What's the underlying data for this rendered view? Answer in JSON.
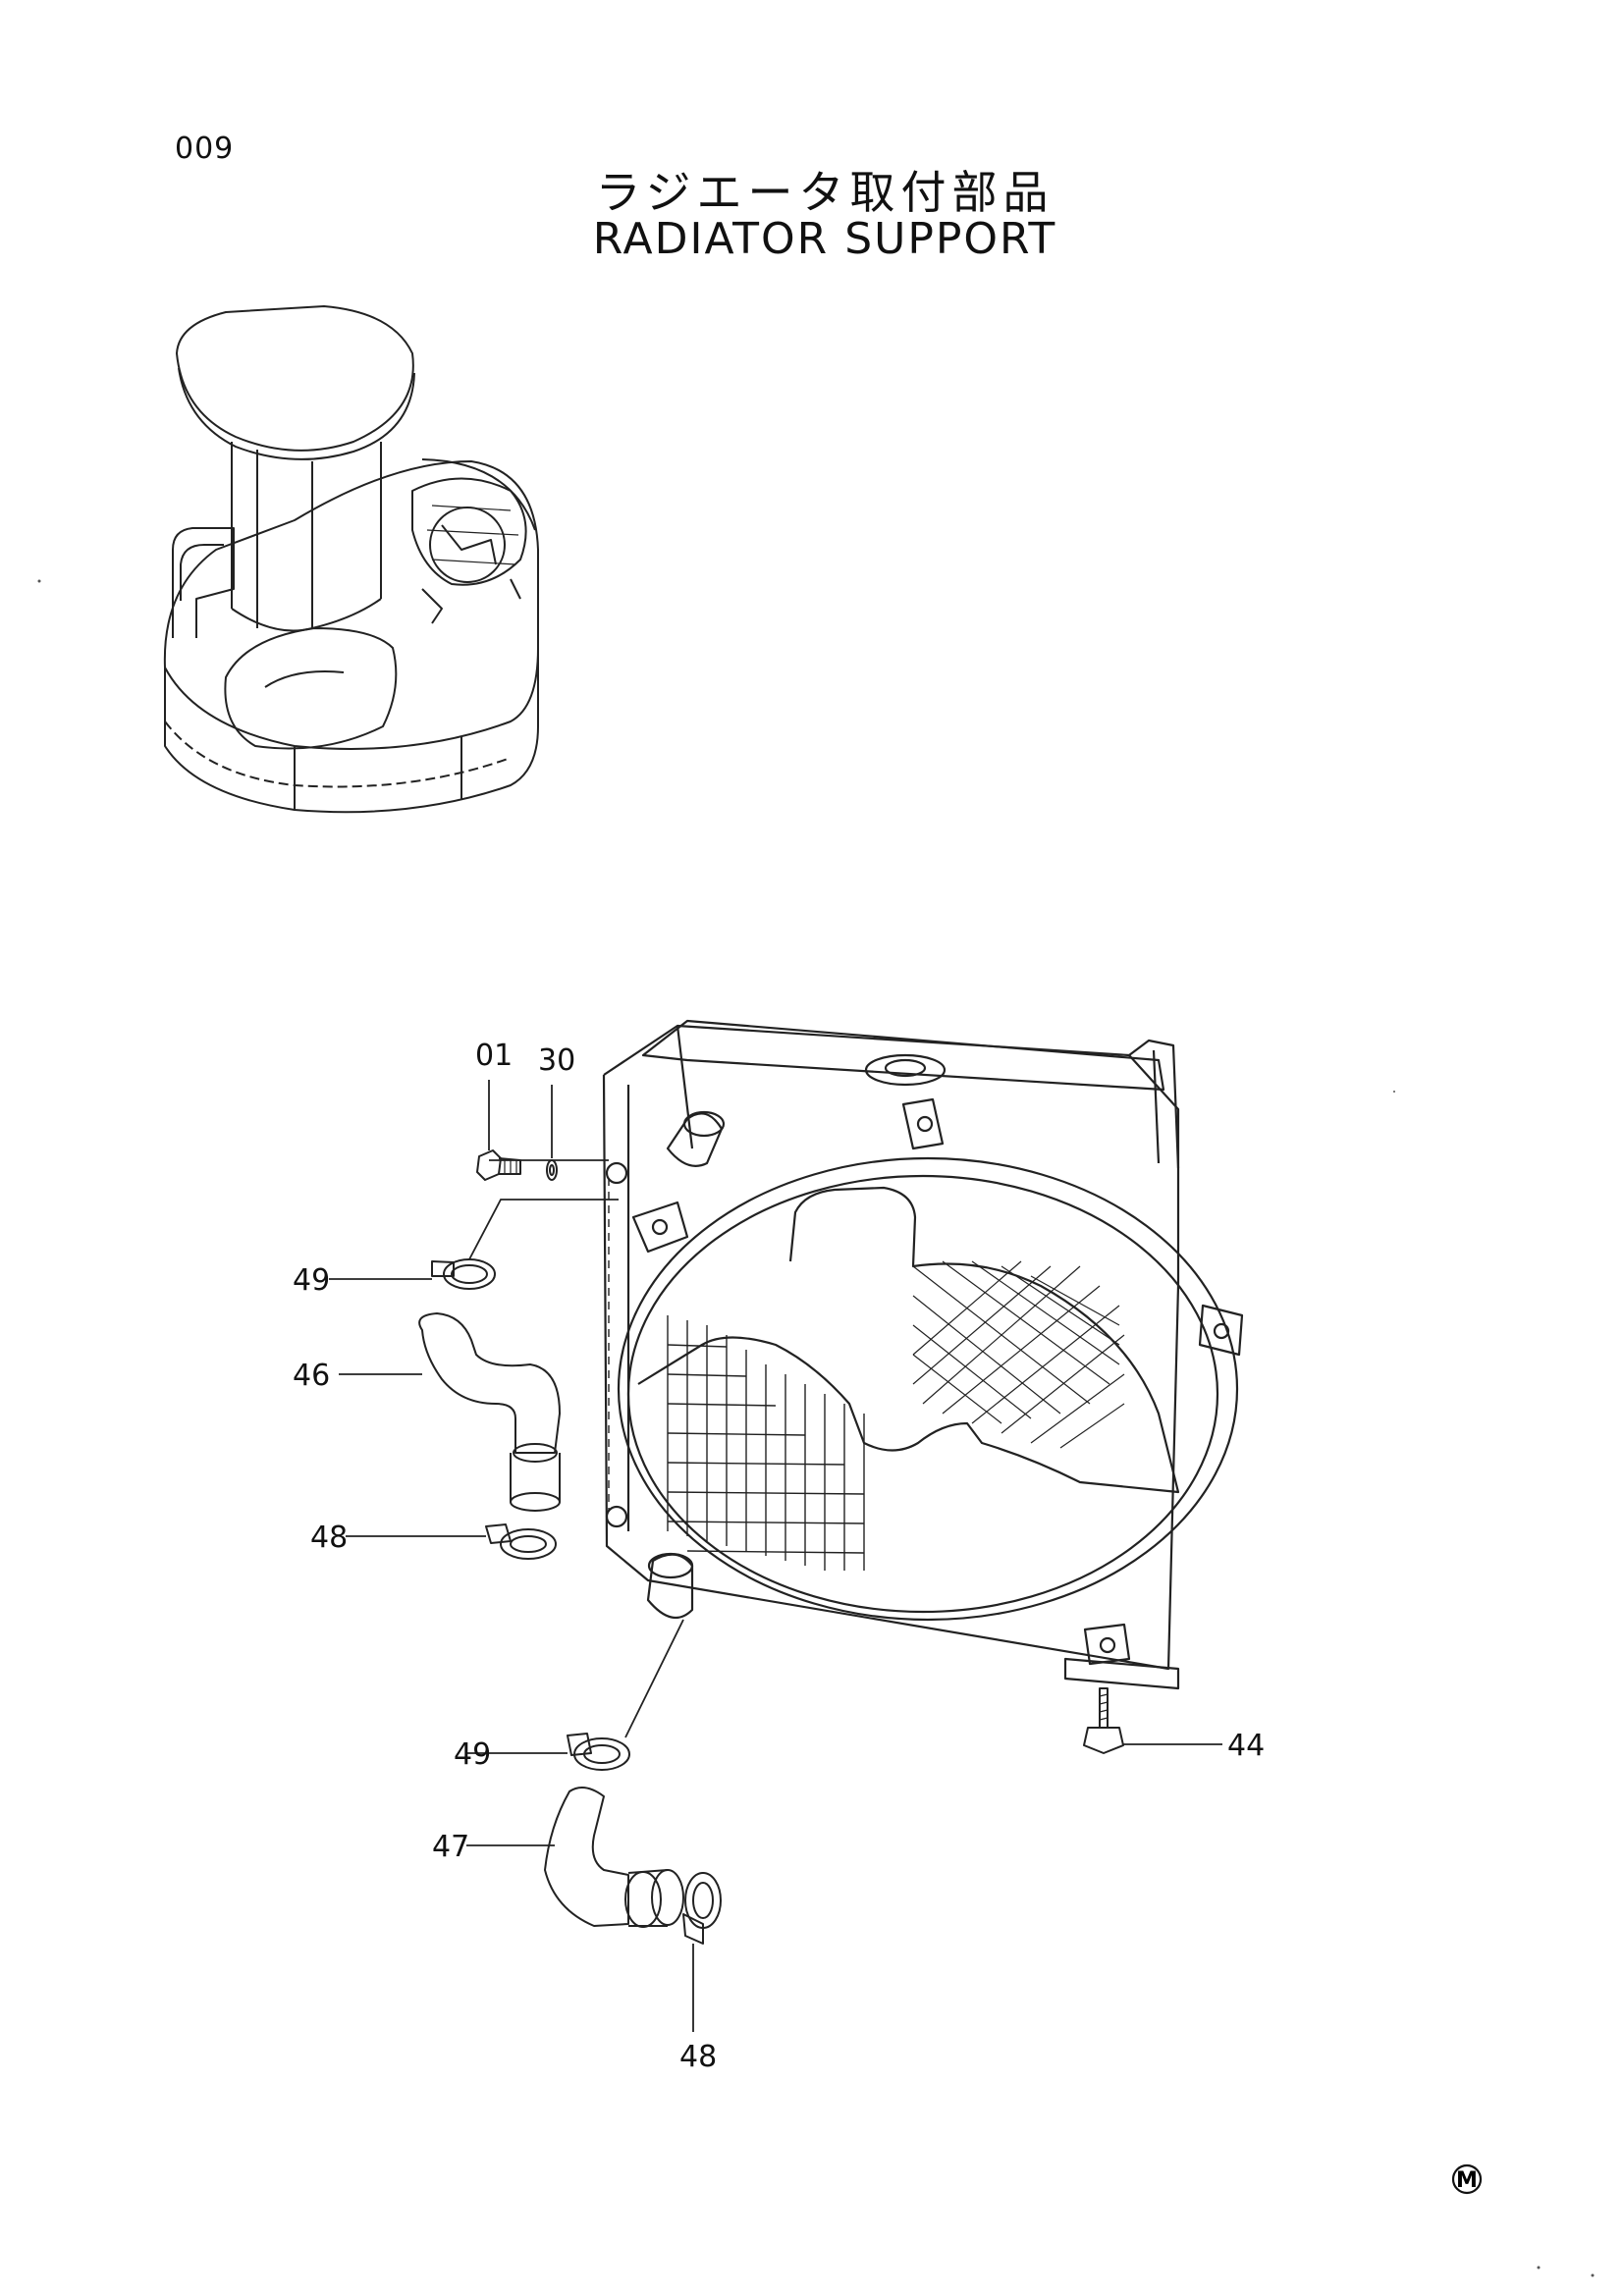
{
  "page_number": "009",
  "title_ja": "ラジエータ取付部品",
  "title_en": "RADIATOR SUPPORT",
  "callouts": [
    {
      "id": "c01",
      "label": "01"
    },
    {
      "id": "c30",
      "label": "30"
    },
    {
      "id": "c49a",
      "label": "49"
    },
    {
      "id": "c46",
      "label": "46"
    },
    {
      "id": "c48a",
      "label": "48"
    },
    {
      "id": "c49b",
      "label": "49"
    },
    {
      "id": "c47",
      "label": "47"
    },
    {
      "id": "c48b",
      "label": "48"
    },
    {
      "id": "c44",
      "label": "44"
    }
  ],
  "corner_mark": "M"
}
